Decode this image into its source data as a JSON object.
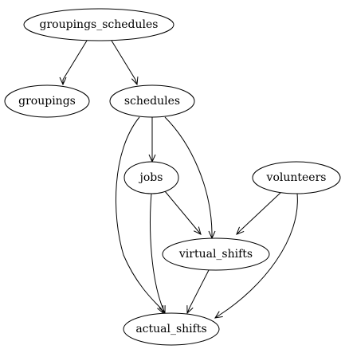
{
  "diagram": {
    "nodes": [
      {
        "id": "groupings_schedules",
        "label": "groupings_schedules"
      },
      {
        "id": "groupings",
        "label": "groupings"
      },
      {
        "id": "schedules",
        "label": "schedules"
      },
      {
        "id": "jobs",
        "label": "jobs"
      },
      {
        "id": "volunteers",
        "label": "volunteers"
      },
      {
        "id": "virtual_shifts",
        "label": "virtual_shifts"
      },
      {
        "id": "actual_shifts",
        "label": "actual_shifts"
      }
    ],
    "edges": [
      {
        "from": "groupings_schedules",
        "to": "groupings"
      },
      {
        "from": "groupings_schedules",
        "to": "schedules"
      },
      {
        "from": "schedules",
        "to": "jobs"
      },
      {
        "from": "schedules",
        "to": "virtual_shifts"
      },
      {
        "from": "schedules",
        "to": "actual_shifts"
      },
      {
        "from": "jobs",
        "to": "virtual_shifts"
      },
      {
        "from": "jobs",
        "to": "actual_shifts"
      },
      {
        "from": "volunteers",
        "to": "virtual_shifts"
      },
      {
        "from": "volunteers",
        "to": "actual_shifts"
      },
      {
        "from": "virtual_shifts",
        "to": "actual_shifts"
      }
    ]
  }
}
